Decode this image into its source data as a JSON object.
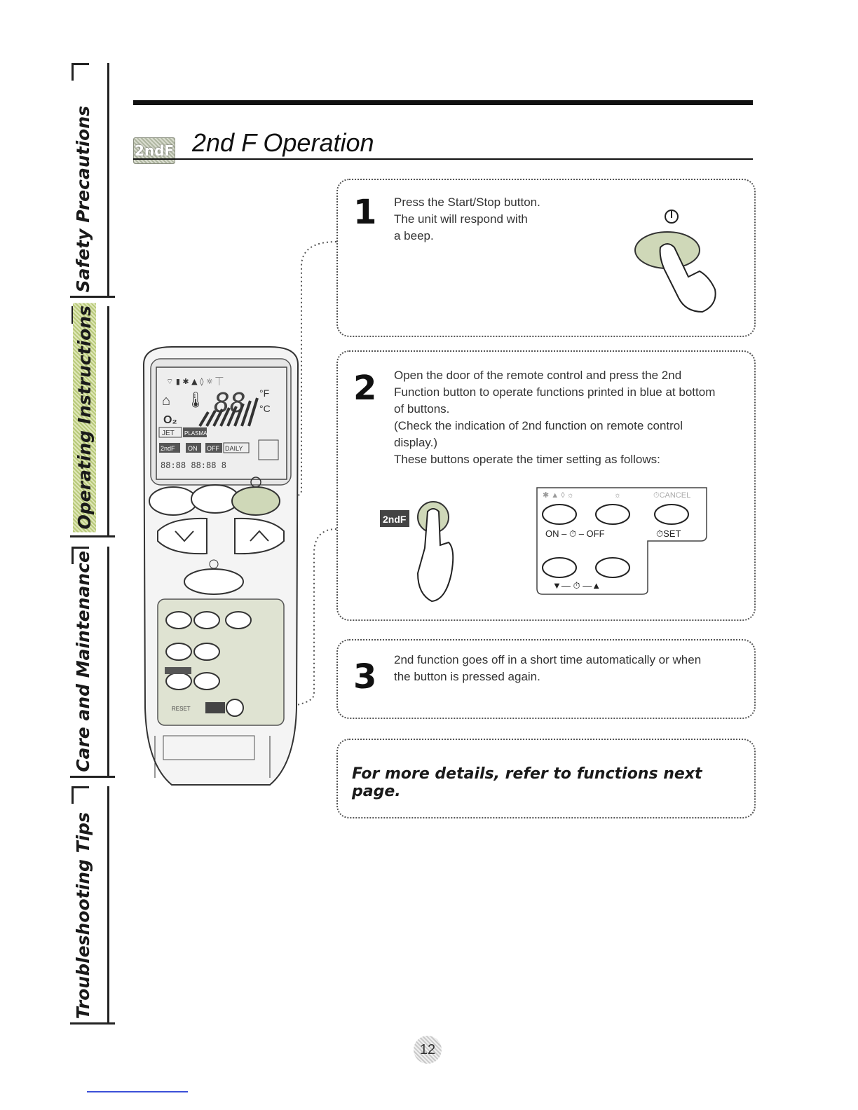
{
  "sidebar": {
    "tabs": [
      {
        "label": "Safety Precautions",
        "active": false
      },
      {
        "label": "Operating Instructions",
        "active": true
      },
      {
        "label": "Care and Maintenance",
        "active": false
      },
      {
        "label": "Troubleshooting Tips",
        "active": false
      }
    ]
  },
  "header": {
    "badge": "2ndF",
    "title": "2nd F Operation"
  },
  "steps": [
    {
      "number": "1",
      "lines": [
        "Press the Start/Stop button.",
        "The unit will respond with",
        "a beep."
      ]
    },
    {
      "number": "2",
      "lines": [
        "Open the door of the remote control and press the 2nd",
        "Function button to operate functions printed in blue at bottom",
        "of buttons.",
        "(Check the indication of 2nd function on remote control",
        "display.)",
        "These buttons operate the timer setting as follows:"
      ],
      "button_labels": {
        "two_nd_f": "2ndF",
        "on_off": "ON – ⏱ – OFF",
        "set": "⏱SET",
        "cancel": "⏱CANCEL",
        "down_up": "▼— ⏱ —▲"
      }
    },
    {
      "number": "3",
      "lines": [
        "2nd function goes off in a short time automatically or when",
        "the button is pressed again."
      ]
    }
  ],
  "more": "For more details, refer to functions next page.",
  "remote": {
    "display_f": "°F",
    "display_c": "°C",
    "display_digits": "88",
    "jet": "JET",
    "plasma": "PLASMA",
    "two_nd_f": "2ndF",
    "on": "ON",
    "off": "OFF",
    "daily": "DAILY",
    "reset": "RESET"
  },
  "page_number": "12",
  "colors": {
    "accent_badge": "#aeb5a0",
    "active_tab": "#c8d48a",
    "link_line": "#3c50d8"
  }
}
